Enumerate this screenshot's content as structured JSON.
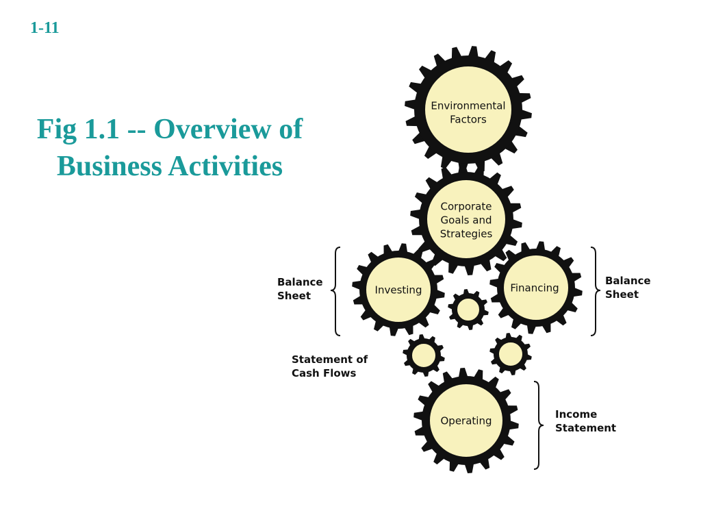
{
  "slide_number": "1-11",
  "title": {
    "line1": "Fig 1.1 -- Overview of",
    "line2": "Business Activities"
  },
  "colors": {
    "title": "#1a9a9a",
    "gear_face": "#f8f2bd",
    "gear_body": "#111111"
  },
  "gears": {
    "environmental": {
      "lines": [
        "Environmental",
        "Factors"
      ]
    },
    "corporate": {
      "lines": [
        "Corporate",
        "Goals and",
        "Strategies"
      ]
    },
    "investing": {
      "lines": [
        "Investing"
      ]
    },
    "financing": {
      "lines": [
        "Financing"
      ]
    },
    "operating": {
      "lines": [
        "Operating"
      ]
    }
  },
  "labels": {
    "balance_sheet_left": [
      "Balance",
      "Sheet"
    ],
    "balance_sheet_right": [
      "Balance",
      "Sheet"
    ],
    "cash_flows": [
      "Statement of",
      "Cash Flows"
    ],
    "income_statement": [
      "Income",
      "Statement"
    ]
  }
}
